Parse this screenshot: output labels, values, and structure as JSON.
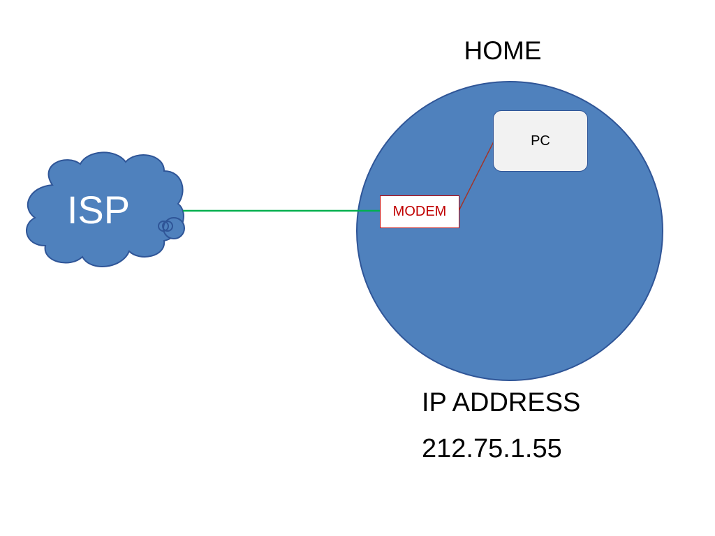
{
  "diagram": {
    "home_label": "HOME",
    "isp_label": "ISP",
    "pc_label": "PC",
    "modem_label": "MODEM",
    "ip_address_label": "IP ADDRESS",
    "ip_address_value": "212.75.1.55"
  },
  "colors": {
    "home_circle_fill": "#4f81bd",
    "home_circle_stroke": "#2f5597",
    "cloud_fill": "#4f81bd",
    "isp_link": "#00b050",
    "modem_pc_link": "#a0352b",
    "modem_accent": "#c00000"
  },
  "icons": {
    "isp": "cloud-icon",
    "home": "circle-icon"
  }
}
